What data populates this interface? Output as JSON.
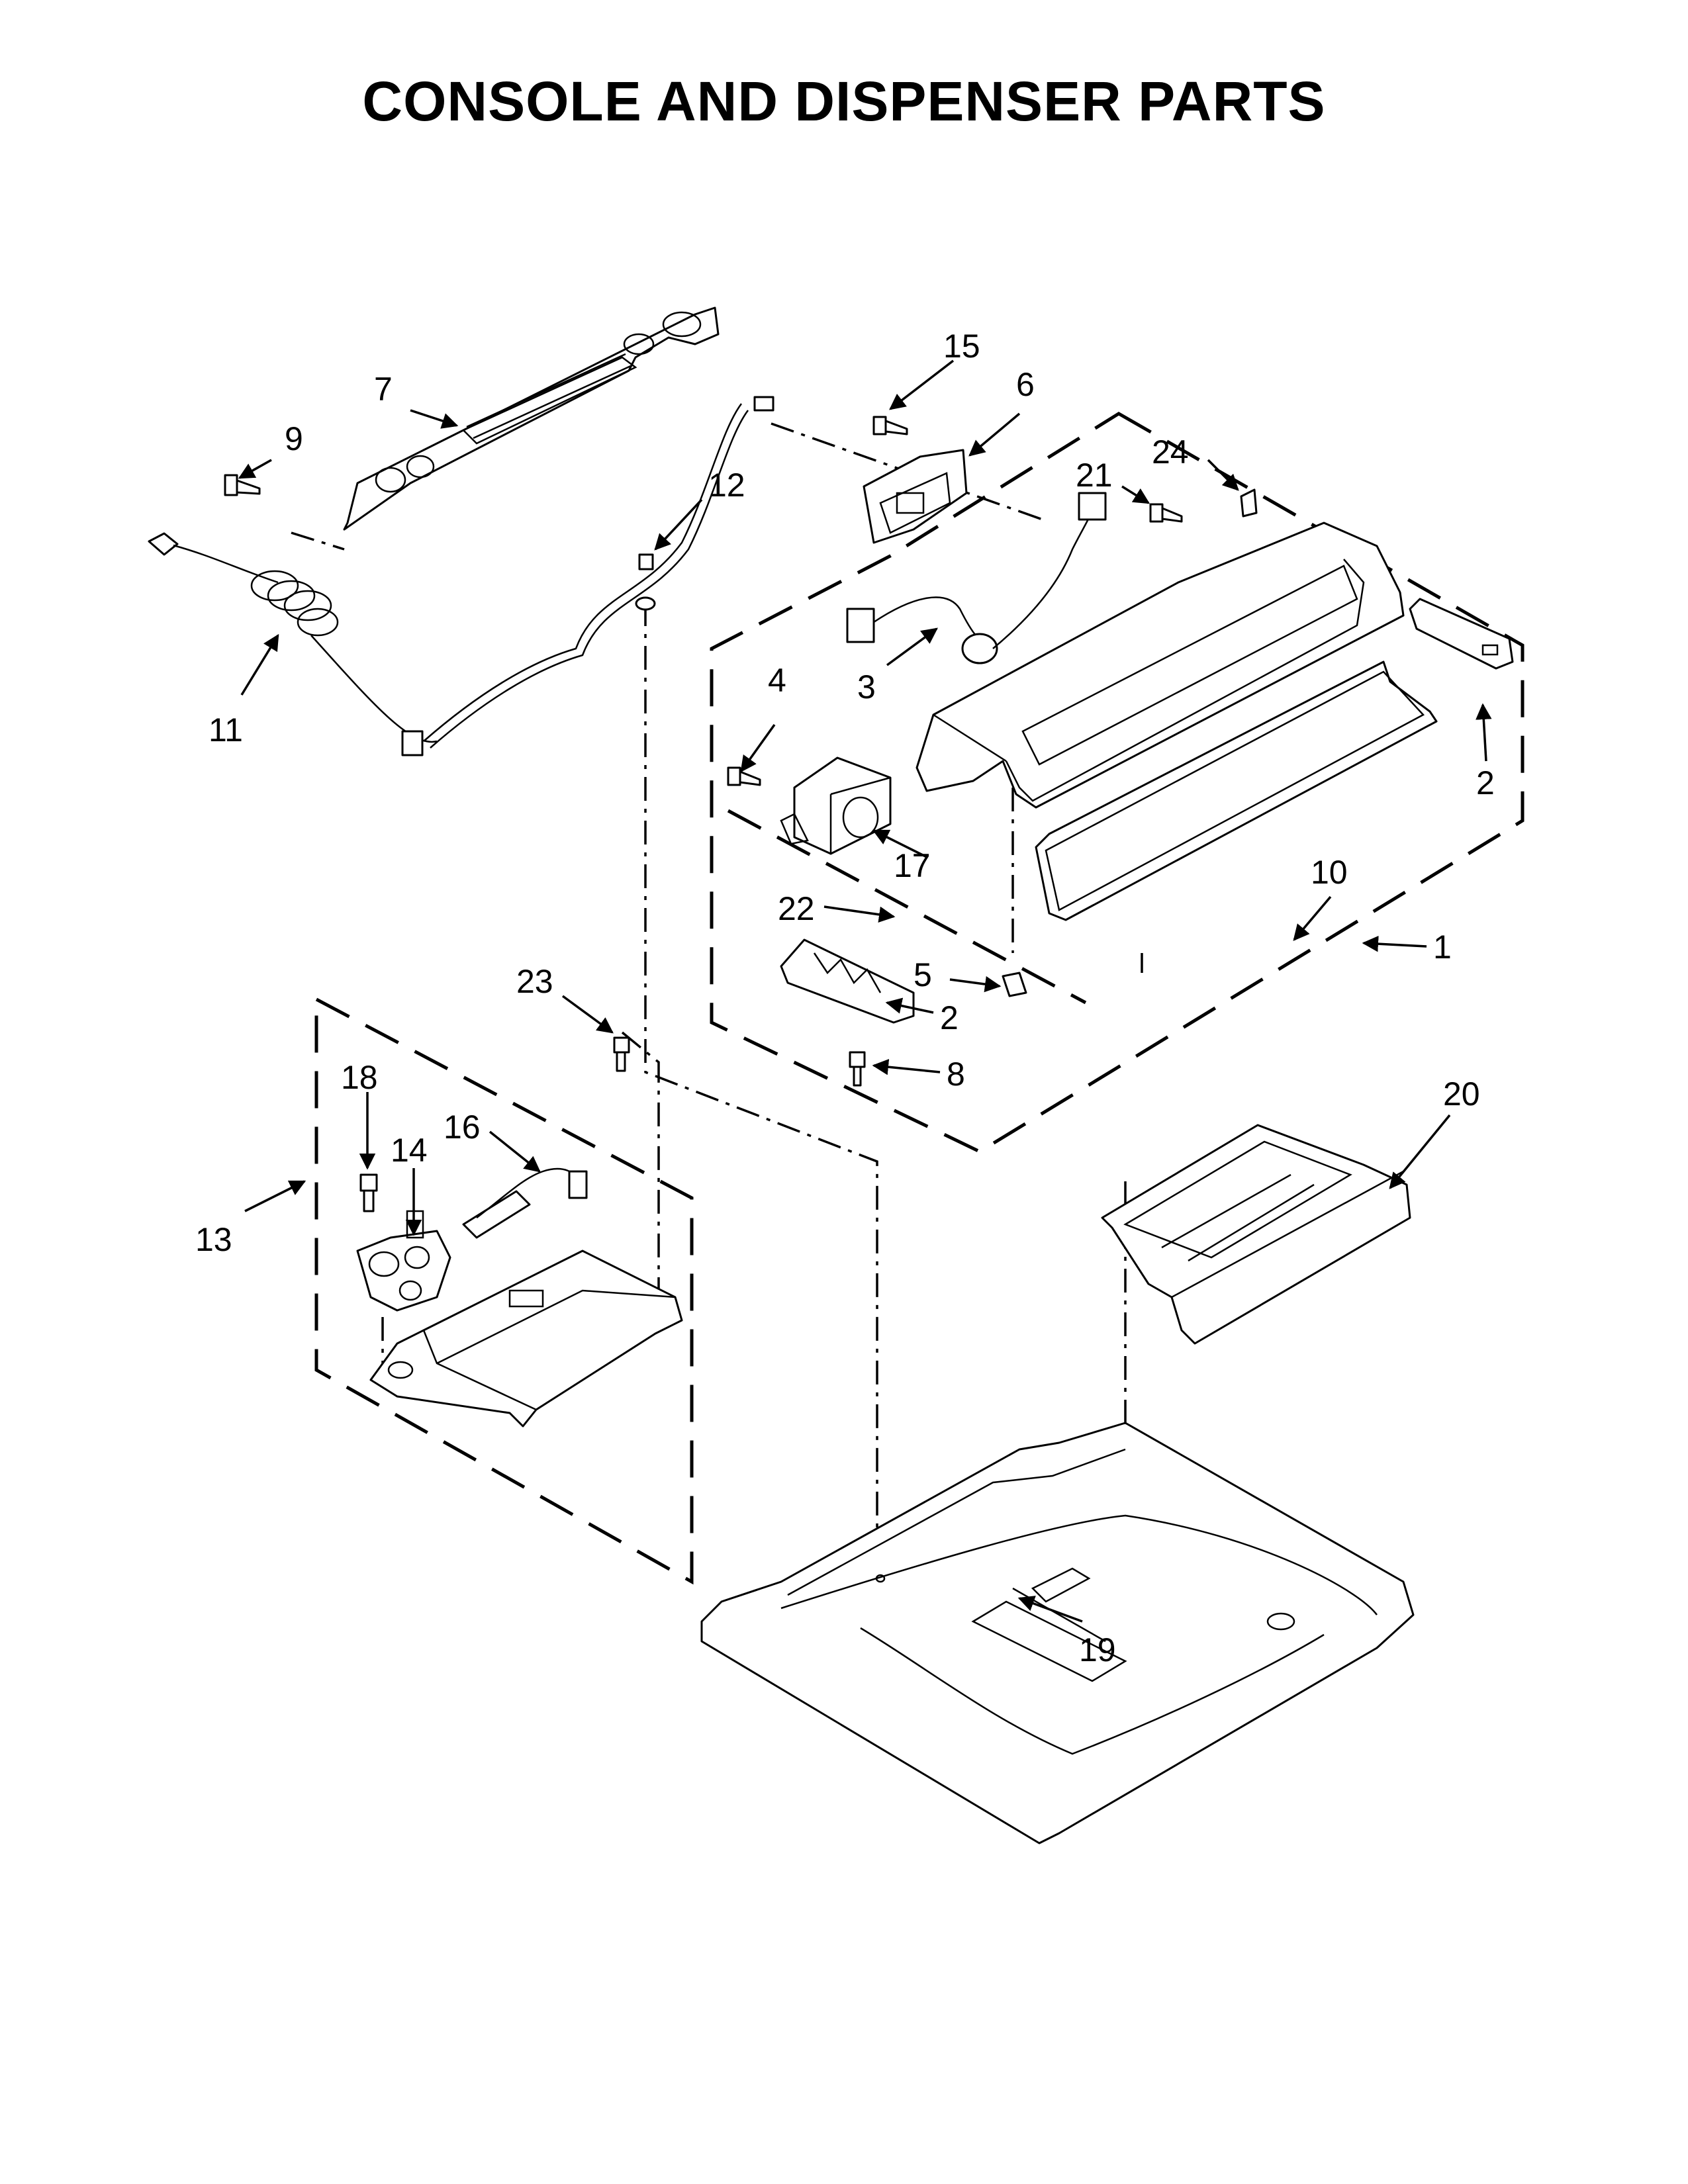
{
  "title": "CONSOLE AND DISPENSER PARTS",
  "callouts": [
    {
      "id": "c1",
      "text": "1"
    },
    {
      "id": "c2a",
      "text": "2"
    },
    {
      "id": "c2b",
      "text": "2"
    },
    {
      "id": "c3",
      "text": "3"
    },
    {
      "id": "c4",
      "text": "4"
    },
    {
      "id": "c5",
      "text": "5"
    },
    {
      "id": "c6",
      "text": "6"
    },
    {
      "id": "c7",
      "text": "7"
    },
    {
      "id": "c8",
      "text": "8"
    },
    {
      "id": "c9",
      "text": "9"
    },
    {
      "id": "c10",
      "text": "10"
    },
    {
      "id": "c11",
      "text": "11"
    },
    {
      "id": "c12",
      "text": "12"
    },
    {
      "id": "c13",
      "text": "13"
    },
    {
      "id": "c14",
      "text": "14"
    },
    {
      "id": "c15",
      "text": "15"
    },
    {
      "id": "c16",
      "text": "16"
    },
    {
      "id": "c17",
      "text": "17"
    },
    {
      "id": "c18",
      "text": "18"
    },
    {
      "id": "c19",
      "text": "19"
    },
    {
      "id": "c20",
      "text": "20"
    },
    {
      "id": "c21",
      "text": "21"
    },
    {
      "id": "c22",
      "text": "22"
    },
    {
      "id": "c23",
      "text": "23"
    },
    {
      "id": "c24",
      "text": "24"
    }
  ]
}
